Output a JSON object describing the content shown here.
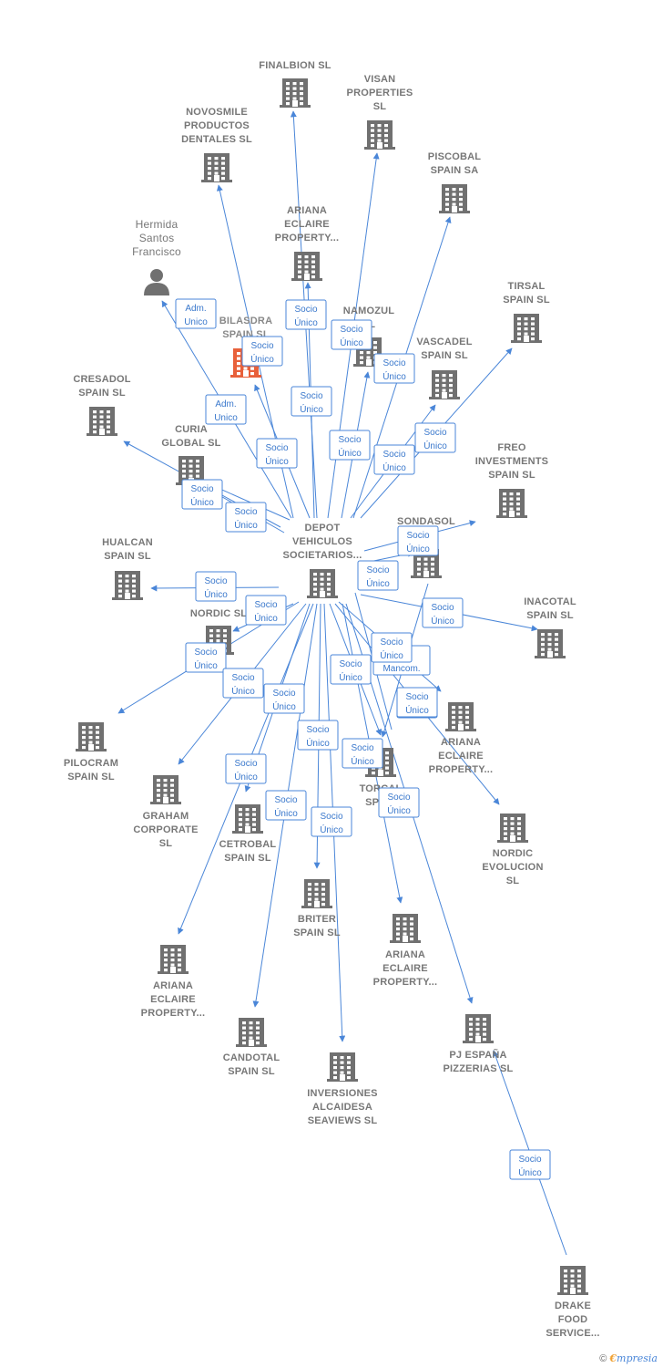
{
  "colors": {
    "edge": "#4a86d8",
    "node": "#707070",
    "focus": "#e8603a",
    "label": "#777777"
  },
  "nodes": [
    {
      "id": "depot",
      "type": "company",
      "label": [
        "DEPOT",
        "VEHICULOS",
        "SOCIETARIOS..."
      ]
    },
    {
      "id": "finalbion",
      "type": "company",
      "label": [
        "FINALBION  SL"
      ]
    },
    {
      "id": "visan",
      "type": "company",
      "label": [
        "VISAN",
        "PROPERTIES",
        "SL"
      ]
    },
    {
      "id": "novosmile",
      "type": "company",
      "label": [
        "NOVOSMILE",
        "PRODUCTOS",
        "DENTALES  SL"
      ]
    },
    {
      "id": "piscobal",
      "type": "company",
      "label": [
        "PISCOBAL",
        "SPAIN SA"
      ]
    },
    {
      "id": "ariana1",
      "type": "company",
      "label": [
        "ARIANA",
        "ECLAIRE",
        "PROPERTY..."
      ]
    },
    {
      "id": "hermida",
      "type": "person",
      "label": [
        "Hermida",
        "Santos",
        "Francisco"
      ]
    },
    {
      "id": "tirsal",
      "type": "company",
      "label": [
        "TIRSAL",
        "SPAIN  SL"
      ]
    },
    {
      "id": "namozul",
      "type": "company",
      "label": [
        "NAMOZUL",
        "SL"
      ]
    },
    {
      "id": "bilasdra",
      "type": "company",
      "focus": true,
      "label": [
        "BILASDRA",
        "SPAIN  SL"
      ]
    },
    {
      "id": "vascadel",
      "type": "company",
      "label": [
        "VASCADEL",
        "SPAIN  SL"
      ]
    },
    {
      "id": "cresadol",
      "type": "company",
      "label": [
        "CRESADOL",
        "SPAIN  SL"
      ]
    },
    {
      "id": "curia",
      "type": "company",
      "label": [
        "CURIA",
        "GLOBAL  SL"
      ]
    },
    {
      "id": "freo",
      "type": "company",
      "label": [
        "FREO",
        "INVESTMENTS",
        "SPAIN  SL"
      ]
    },
    {
      "id": "sondasol",
      "type": "company",
      "label": [
        "SONDASOL",
        "SL"
      ]
    },
    {
      "id": "hualcan",
      "type": "company",
      "label": [
        "HUALCAN",
        "SPAIN  SL"
      ]
    },
    {
      "id": "nordic",
      "type": "company",
      "label": [
        "NORDIC  SL"
      ]
    },
    {
      "id": "inacotal",
      "type": "company",
      "label": [
        "INACOTAL",
        "SPAIN  SL"
      ]
    },
    {
      "id": "pilocram",
      "type": "company",
      "label": [
        "PILOCRAM",
        "SPAIN  SL"
      ]
    },
    {
      "id": "ariana2",
      "type": "company",
      "label": [
        "ARIANA",
        "ECLAIRE",
        "PROPERTY..."
      ]
    },
    {
      "id": "graham",
      "type": "company",
      "label": [
        "GRAHAM",
        "CORPORATE",
        "SL"
      ]
    },
    {
      "id": "torcal",
      "type": "company",
      "label": [
        "TORCAL",
        "SPAIN"
      ]
    },
    {
      "id": "nordicevo",
      "type": "company",
      "label": [
        "NORDIC",
        "EVOLUCION",
        "SL"
      ]
    },
    {
      "id": "cetrobal",
      "type": "company",
      "label": [
        "CETROBAL",
        "SPAIN  SL"
      ]
    },
    {
      "id": "briter",
      "type": "company",
      "label": [
        "BRITER",
        "SPAIN  SL"
      ]
    },
    {
      "id": "ariana3",
      "type": "company",
      "label": [
        "ARIANA",
        "ECLAIRE",
        "PROPERTY..."
      ]
    },
    {
      "id": "ariana4",
      "type": "company",
      "label": [
        "ARIANA",
        "ECLAIRE",
        "PROPERTY..."
      ]
    },
    {
      "id": "candotal",
      "type": "company",
      "label": [
        "CANDOTAL",
        "SPAIN  SL"
      ]
    },
    {
      "id": "inversiones",
      "type": "company",
      "label": [
        "INVERSIONES",
        "ALCAIDESA",
        "SEAVIEWS  SL"
      ]
    },
    {
      "id": "pjespana",
      "type": "company",
      "label": [
        "PJ ESPAÑA",
        "PIZZERIAS  SL"
      ]
    },
    {
      "id": "drake",
      "type": "company",
      "label": [
        "DRAKE",
        "FOOD",
        "SERVICE..."
      ]
    }
  ],
  "edges": [
    {
      "label": [
        "Socio",
        "Único"
      ]
    },
    {
      "label": [
        "Socio",
        "Único"
      ]
    },
    {
      "label": [
        "Socio",
        "Único"
      ]
    },
    {
      "label": [
        "Socio",
        "Único"
      ]
    },
    {
      "label": [
        "Socio",
        "Único"
      ]
    },
    {
      "label": [
        "Adm.",
        "Unico"
      ]
    },
    {
      "label": [
        "Socio",
        "Único"
      ]
    },
    {
      "label": [
        "Socio",
        "Único"
      ]
    },
    {
      "label": [
        "Socio",
        "Único"
      ]
    },
    {
      "label": [
        "Socio",
        "Único"
      ]
    },
    {
      "label": [
        "Adm.",
        "Unico"
      ]
    },
    {
      "label": [
        "Socio",
        "Único"
      ]
    },
    {
      "label": [
        "Socio",
        "Único"
      ]
    },
    {
      "label": [
        "Socio",
        "Único"
      ]
    },
    {
      "label": [
        "Socio",
        "Único"
      ]
    },
    {
      "label": [
        "Socio",
        "Único"
      ]
    },
    {
      "label": [
        "Socio",
        "Único"
      ]
    },
    {
      "label": [
        "Socio",
        "Único"
      ]
    },
    {
      "label": [
        "Socio",
        "Único"
      ]
    },
    {
      "label": [
        "Socio",
        "Único"
      ]
    },
    {
      "label": [
        "Socio",
        "Único"
      ]
    },
    {
      "label": [
        "Socio",
        "Único"
      ]
    },
    {
      "label": [
        "Socio",
        "Único"
      ]
    },
    {
      "label": [
        "Socio",
        "Único"
      ]
    },
    {
      "label": [
        "Socio",
        "Único"
      ]
    },
    {
      "label": [
        "Socio",
        "Único"
      ]
    },
    {
      "label": [
        "Adm.",
        "Mancom."
      ]
    },
    {
      "label": [
        "Socio",
        "Único"
      ]
    },
    {
      "label": [
        "Socio",
        "Único"
      ]
    },
    {
      "label": [
        "Socio",
        "Único"
      ]
    },
    {
      "label": [
        "Socio",
        "Único"
      ]
    },
    {
      "label": [
        "Socio",
        "Único"
      ]
    },
    {
      "label": [
        "Socio",
        "Único"
      ]
    }
  ],
  "footer": {
    "copyright": "©",
    "brand_first": "€",
    "brand_rest": "mpresia"
  }
}
